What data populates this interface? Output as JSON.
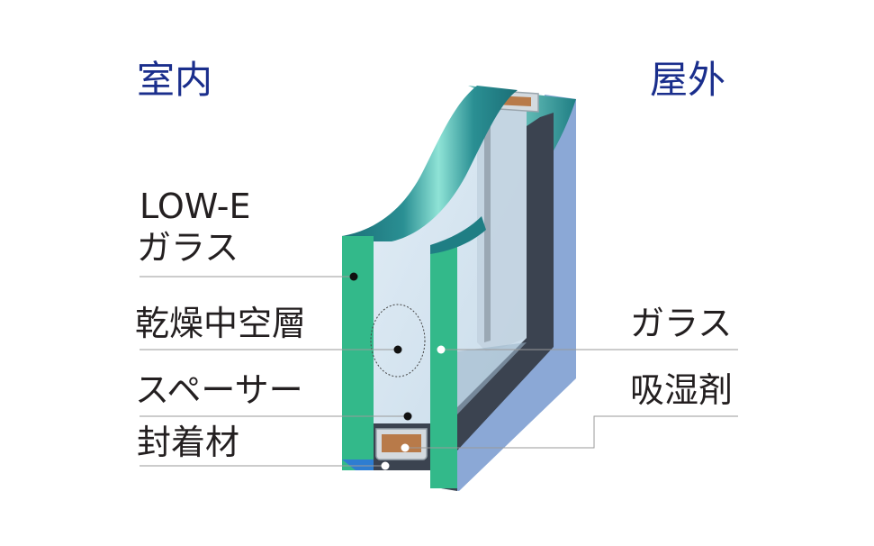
{
  "side_labels": {
    "indoor": "室内",
    "outdoor": "屋外"
  },
  "labels": {
    "lowe_line1": "LOW-E",
    "lowe_line2": "ガラス",
    "hollow_layer": "乾燥中空層",
    "spacer": "スペーサー",
    "sealant": "封着材",
    "glass": "ガラス",
    "desiccant": "吸湿剤"
  },
  "colors": {
    "side_label": "#1a2e8c",
    "label_text": "#231f20",
    "leader_line": "#9a9a9a",
    "lowe_glass_edge": "#33b98a",
    "glass_top": "#1f7e84",
    "glass_highlight": "#8fe3d6",
    "outer_glass": "#8ba8d6",
    "inner_face": "#d7e6f2",
    "spacer_frame": "#d4dadf",
    "desiccant": "#b87a49",
    "dark_frame": "#3b4350",
    "sealant_blue": "#2e7dd1"
  }
}
